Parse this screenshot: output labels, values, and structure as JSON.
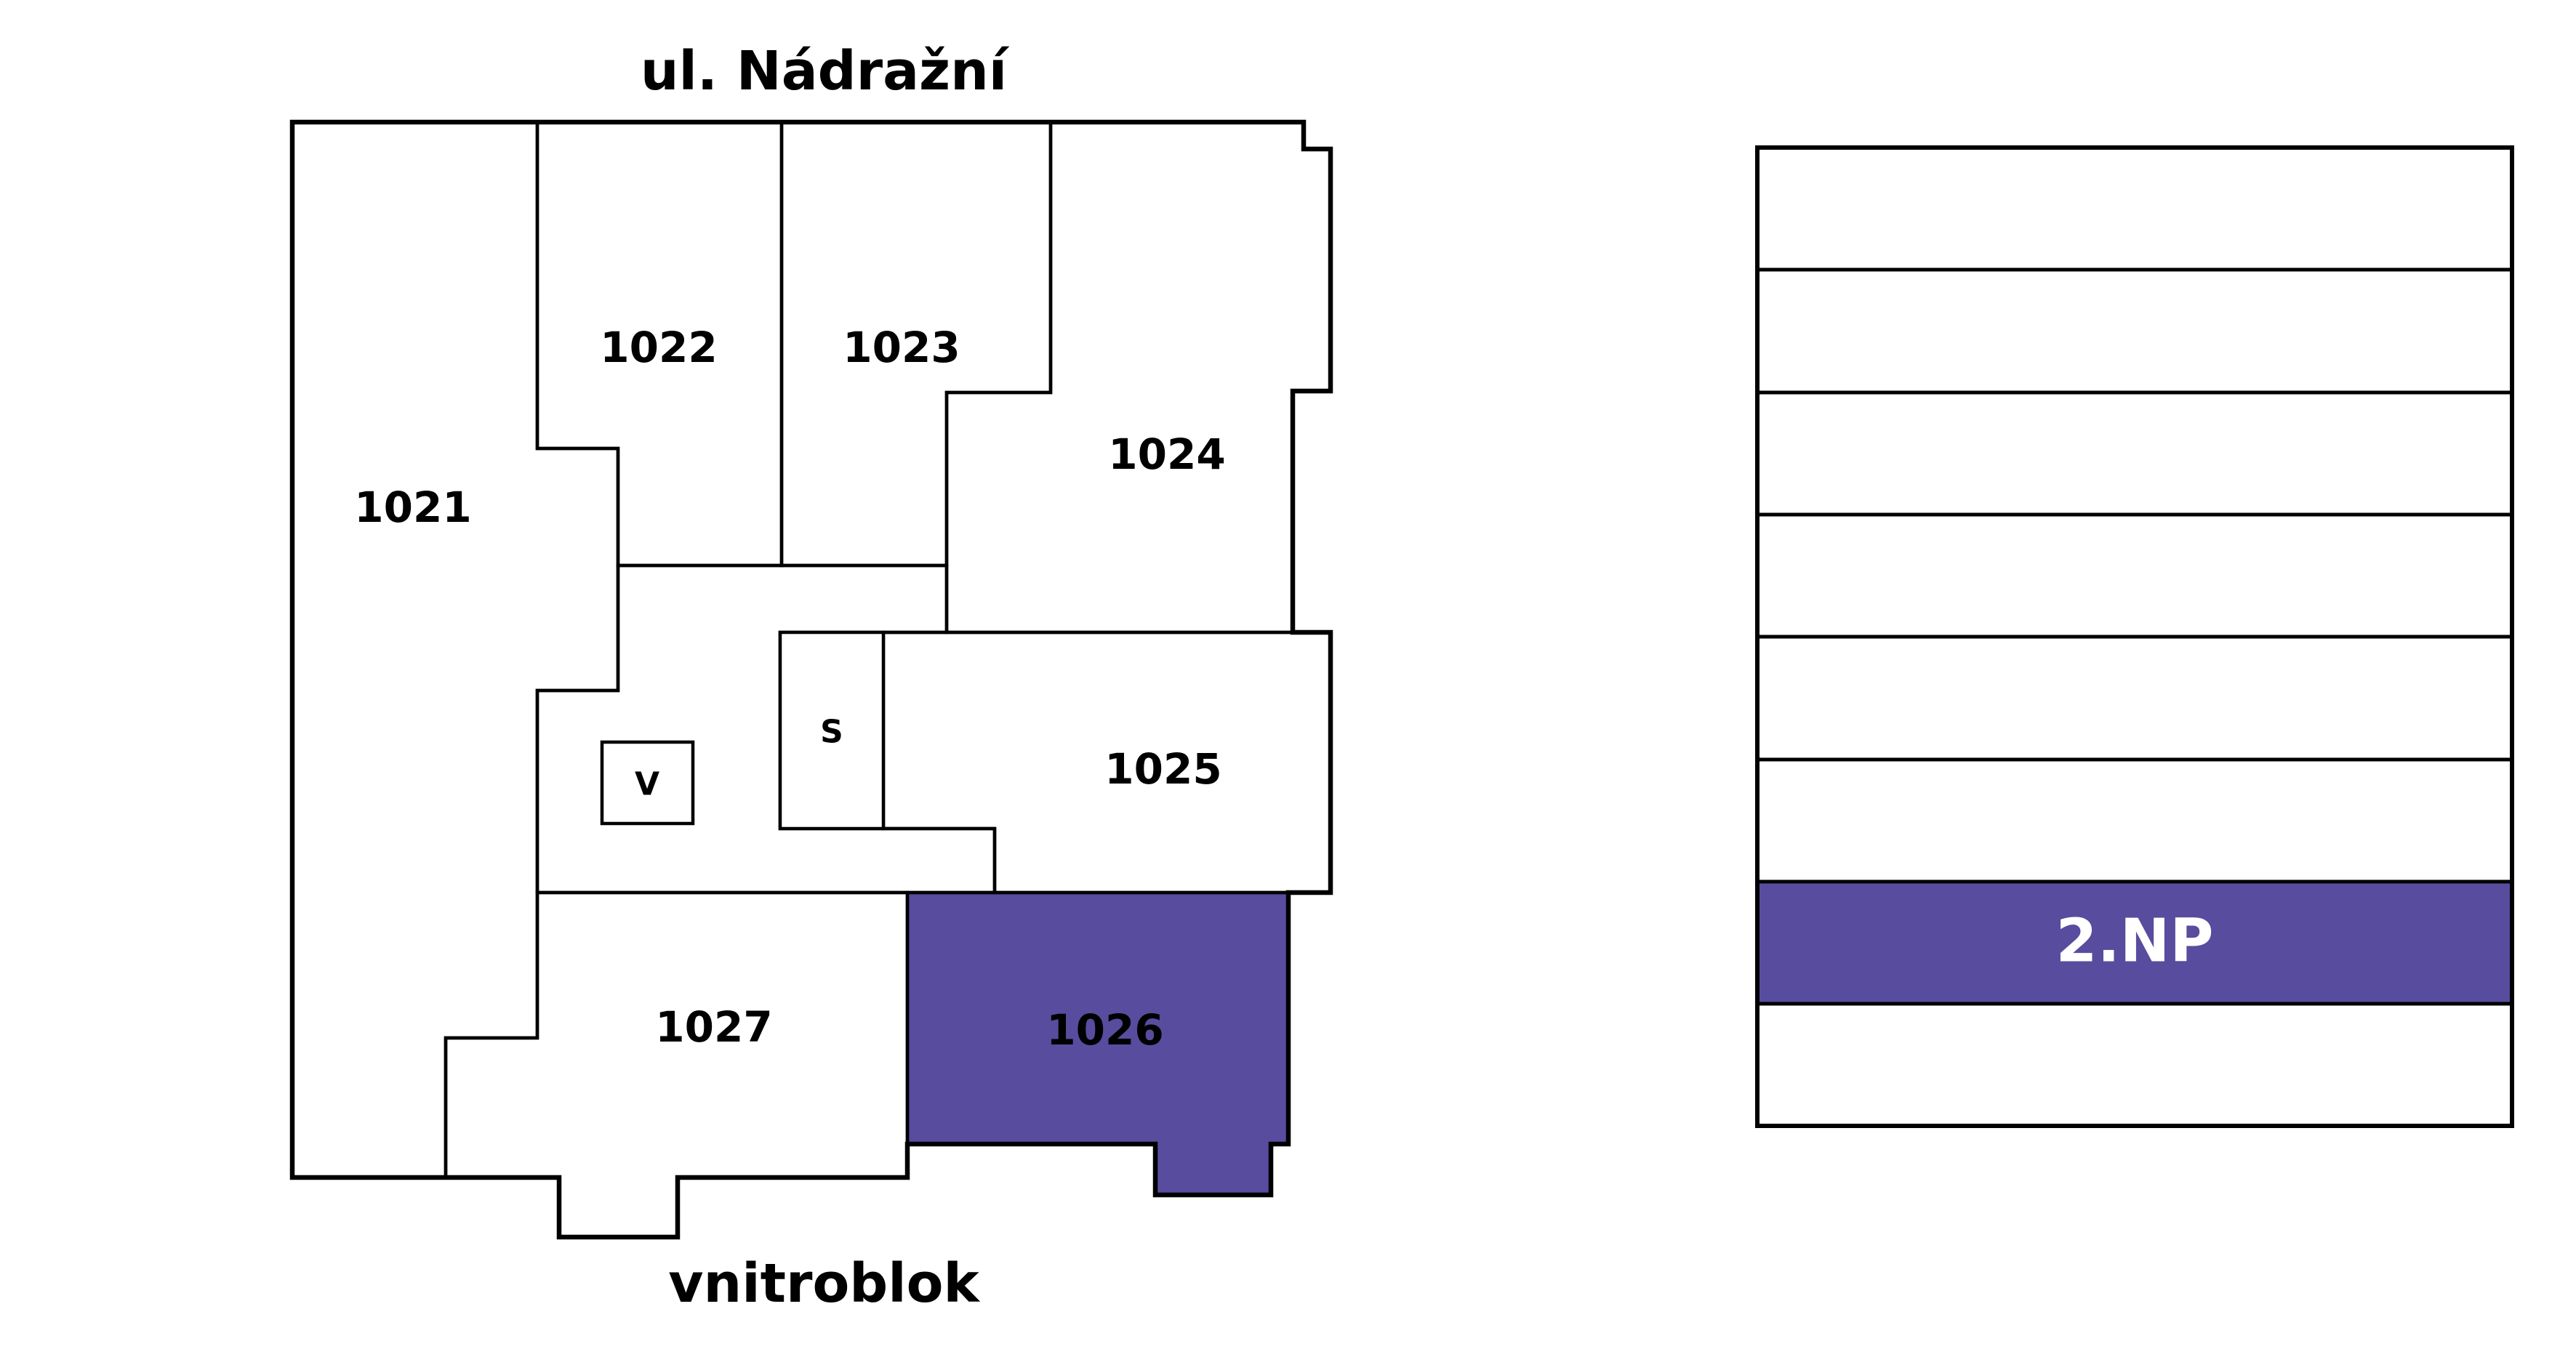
{
  "titles": {
    "street": "ul. Nádražní",
    "courtyard": "vnitroblok"
  },
  "colors": {
    "highlight": "#584C9E",
    "line": "#000000",
    "label": "#000000",
    "label_on_highlight": "#ffffff",
    "background": "#ffffff"
  },
  "floor_plan": {
    "units": [
      {
        "number": "1021",
        "highlighted": false
      },
      {
        "number": "1022",
        "highlighted": false
      },
      {
        "number": "1023",
        "highlighted": false
      },
      {
        "number": "1024",
        "highlighted": false
      },
      {
        "number": "1025",
        "highlighted": false
      },
      {
        "number": "1026",
        "highlighted": true
      },
      {
        "number": "1027",
        "highlighted": false
      }
    ],
    "rooms": [
      {
        "label": "V"
      },
      {
        "label": "S"
      }
    ],
    "highlighted_unit": "1026"
  },
  "floor_selector": {
    "floor_count": 8,
    "selected_floor": {
      "label": "2.NP",
      "position_from_bottom": 2
    }
  }
}
